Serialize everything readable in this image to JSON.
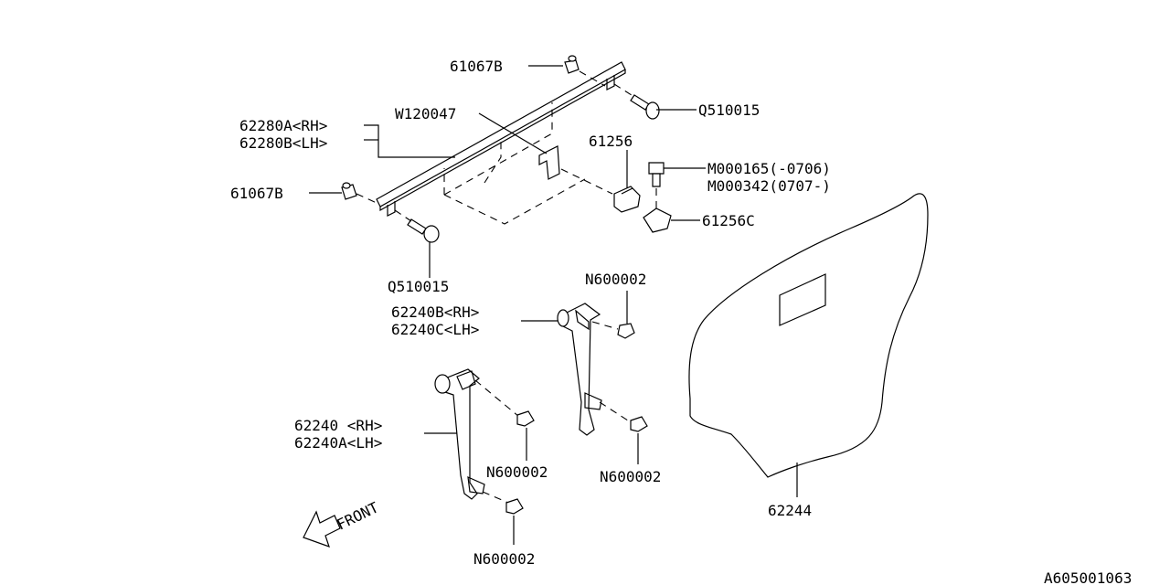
{
  "diagram_code": "A605001063",
  "front_label": "FRONT",
  "labels": {
    "clip_top": "61067B",
    "clip_left": "61067B",
    "bolt_right": "Q510015",
    "bolt_bottom": "Q510015",
    "weatherstrip": "W120047",
    "molding_rh": "62280A<RH>",
    "molding_lh": "62280B<LH>",
    "stopper": "61256",
    "bolt_m1": "M000165(-0706)",
    "bolt_m2": "M000342(0707-)",
    "stopper_c": "61256C",
    "sash_front_rh": "62240B<RH>",
    "sash_front_lh": "62240C<LH>",
    "nut_front_top": "N600002",
    "nut_front_bottom": "N600002",
    "sash_rear_rh": "62240 <RH>",
    "sash_rear_lh": "62240A<LH>",
    "nut_rear_middle": "N600002",
    "nut_rear_bottom": "N600002",
    "glass": "62244"
  }
}
